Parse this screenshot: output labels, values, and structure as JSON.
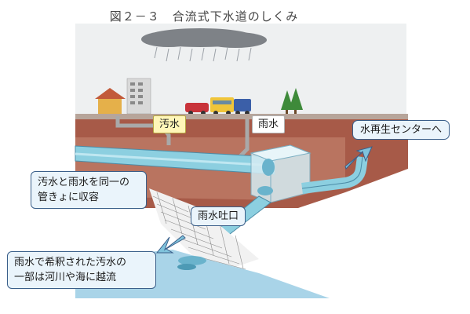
{
  "title": "図２－３　合流式下水道のしくみ",
  "labels": {
    "sewage": "汚水",
    "rain": "雨水",
    "treatment": "水再生センターへ",
    "combined_line1": "汚水と雨水を同一の",
    "combined_line2": "管きょに収容",
    "outfall": "雨水吐口",
    "overflow_line1": "雨水で希釈された汚水の",
    "overflow_line2": "一部は河川や海に越流"
  },
  "colors": {
    "sky": "#eef0f1",
    "ground_surface": "#a75a48",
    "ground_soil": "#c98b74",
    "pipe": "#8ccfe0",
    "water": "#a9d4e8",
    "callout_border": "#3a5f8a",
    "label_yellow": "#fff6b8"
  }
}
